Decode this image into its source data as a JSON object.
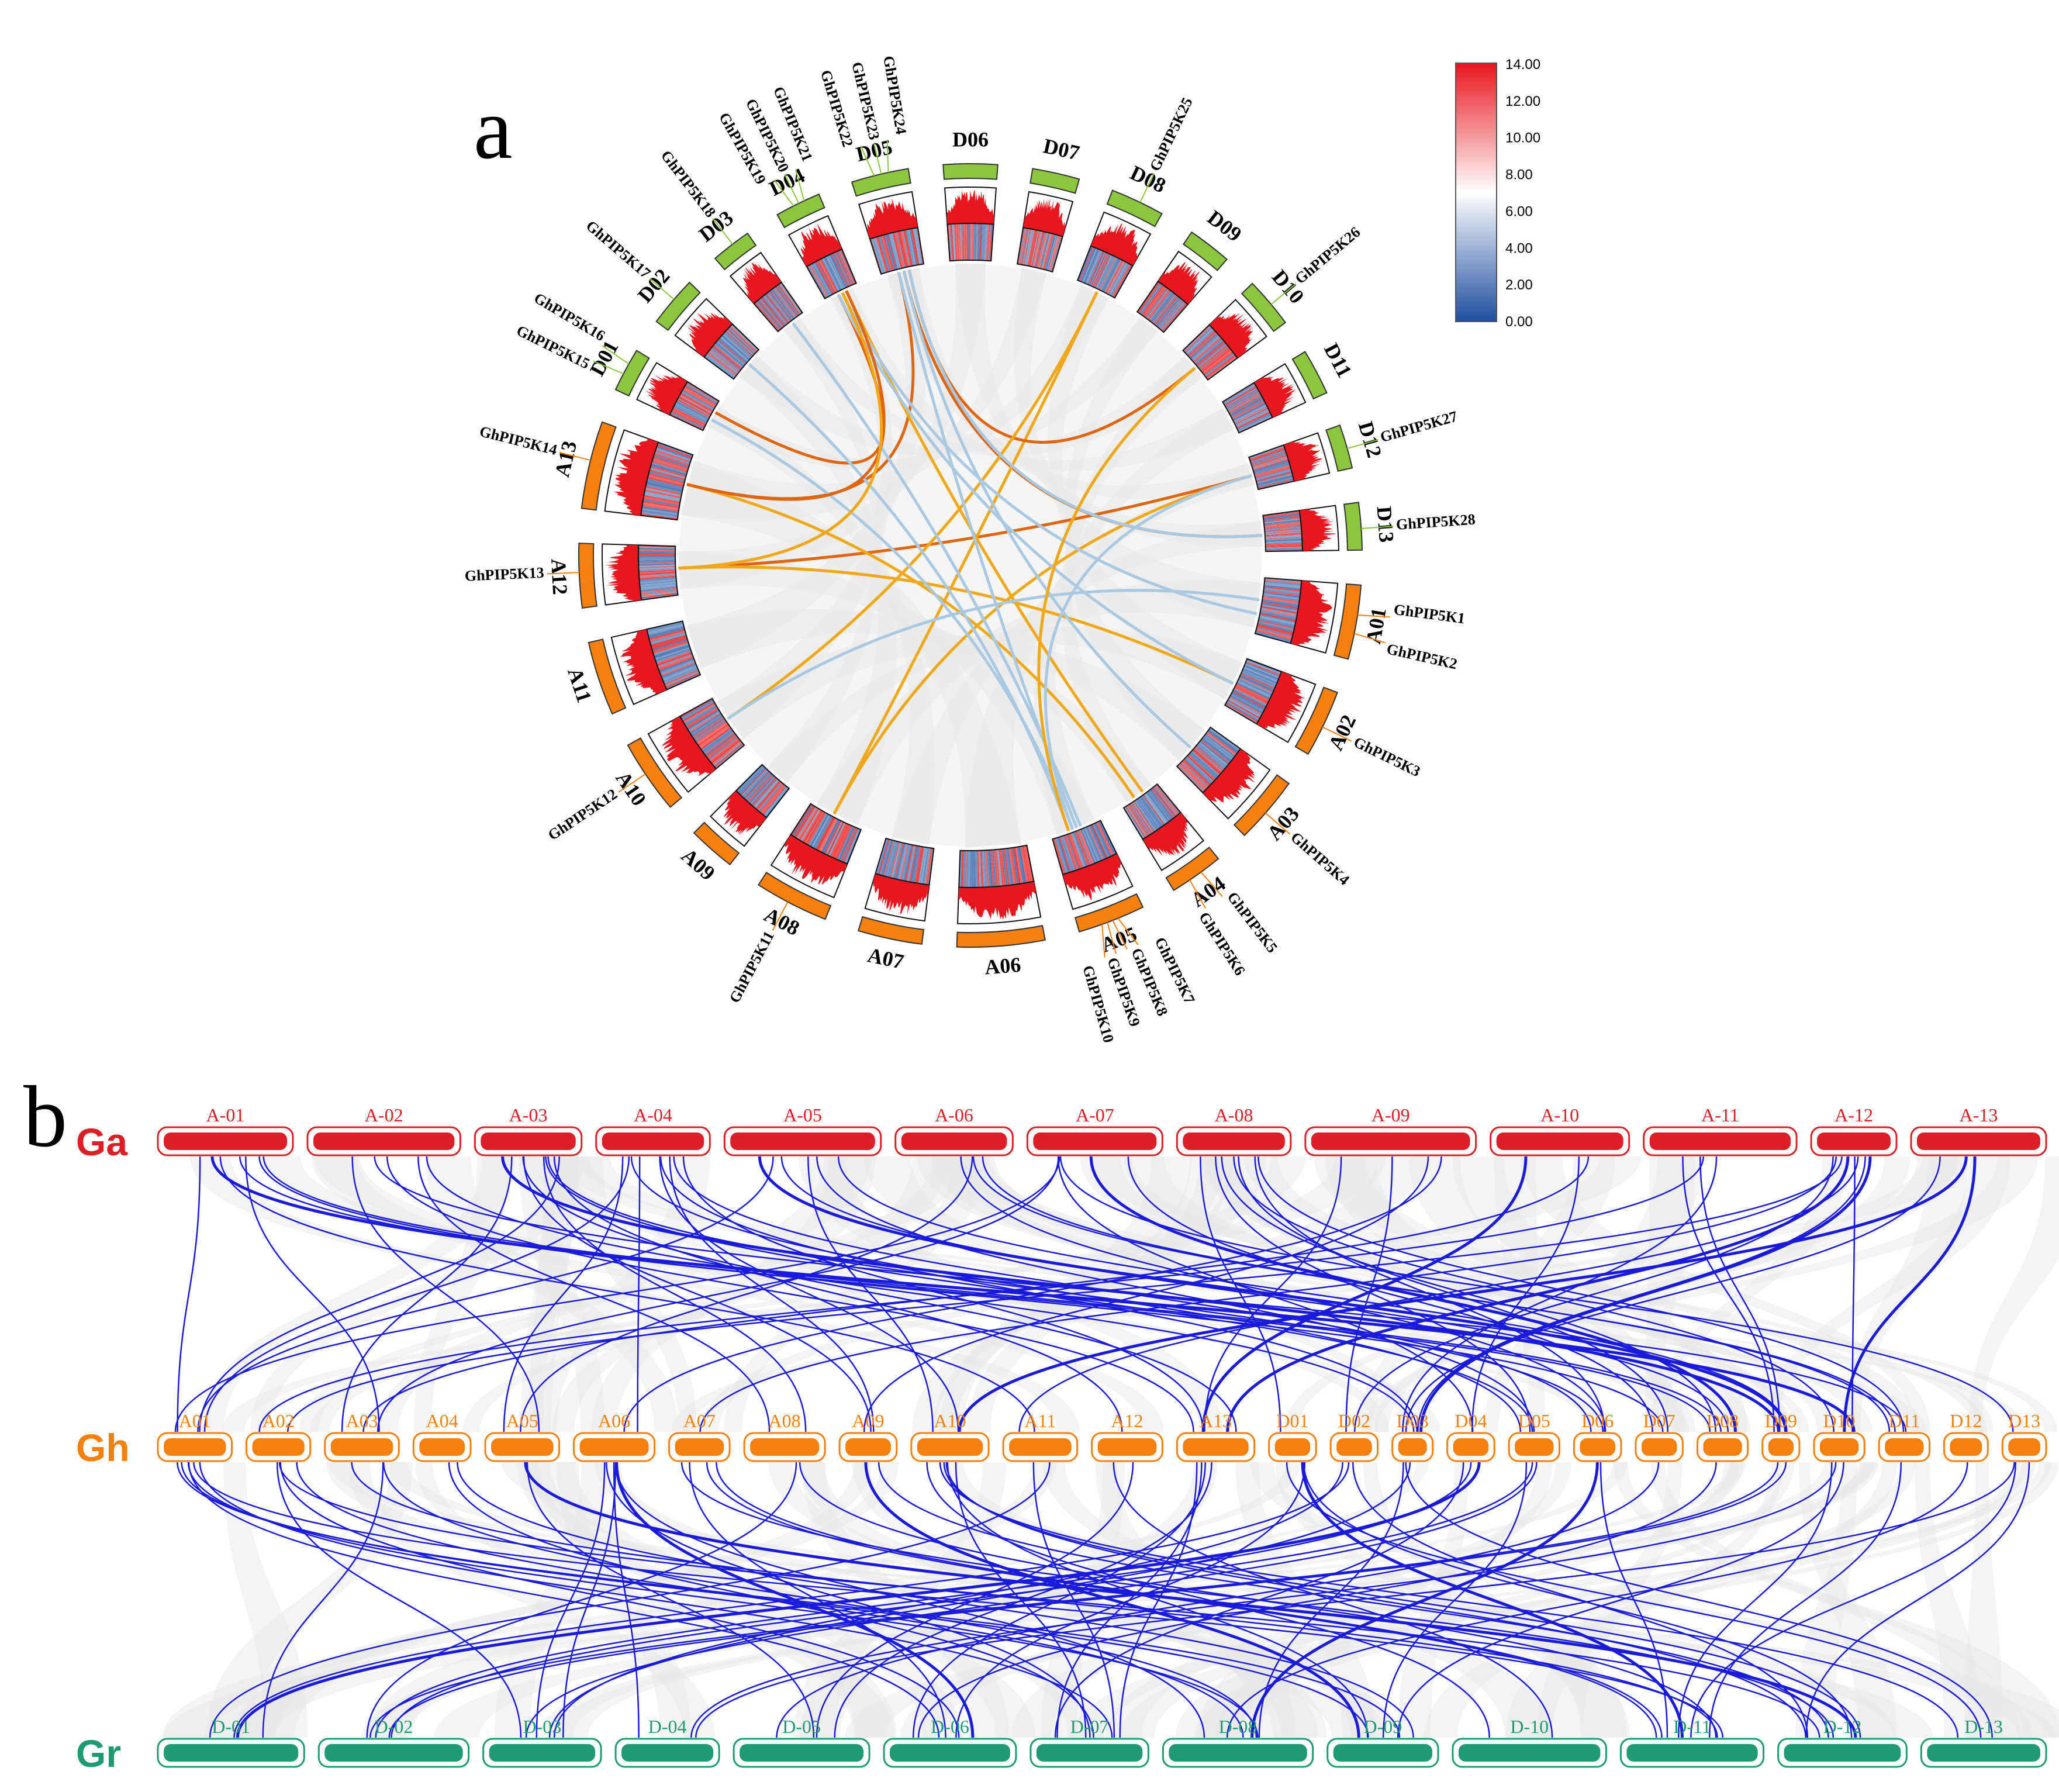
{
  "panel_a": {
    "letter": "a",
    "chromosomes": [
      {
        "id": "A01",
        "group": "A"
      },
      {
        "id": "A02",
        "group": "A"
      },
      {
        "id": "A03",
        "group": "A"
      },
      {
        "id": "A04",
        "group": "A"
      },
      {
        "id": "A05",
        "group": "A"
      },
      {
        "id": "A06",
        "group": "A"
      },
      {
        "id": "A07",
        "group": "A"
      },
      {
        "id": "A08",
        "group": "A"
      },
      {
        "id": "A09",
        "group": "A"
      },
      {
        "id": "A10",
        "group": "A"
      },
      {
        "id": "A11",
        "group": "A"
      },
      {
        "id": "A12",
        "group": "A"
      },
      {
        "id": "A13",
        "group": "A"
      },
      {
        "id": "D01",
        "group": "D"
      },
      {
        "id": "D02",
        "group": "D"
      },
      {
        "id": "D03",
        "group": "D"
      },
      {
        "id": "D04",
        "group": "D"
      },
      {
        "id": "D05",
        "group": "D"
      },
      {
        "id": "D06",
        "group": "D"
      },
      {
        "id": "D07",
        "group": "D"
      },
      {
        "id": "D08",
        "group": "D"
      },
      {
        "id": "D09",
        "group": "D"
      },
      {
        "id": "D10",
        "group": "D"
      },
      {
        "id": "D11",
        "group": "D"
      },
      {
        "id": "D12",
        "group": "D"
      },
      {
        "id": "D13",
        "group": "D"
      }
    ],
    "genes": [
      {
        "name": "GhPIP5K1",
        "chr": "A01"
      },
      {
        "name": "GhPIP5K2",
        "chr": "A01"
      },
      {
        "name": "GhPIP5K3",
        "chr": "A02"
      },
      {
        "name": "GhPIP5K4",
        "chr": "A03"
      },
      {
        "name": "GhPIP5K5",
        "chr": "A04"
      },
      {
        "name": "GhPIP5K6",
        "chr": "A04"
      },
      {
        "name": "GhPIP5K7",
        "chr": "A05"
      },
      {
        "name": "GhPIP5K8",
        "chr": "A05"
      },
      {
        "name": "GhPIP5K9",
        "chr": "A05"
      },
      {
        "name": "GhPIP5K10",
        "chr": "A05"
      },
      {
        "name": "GhPIP5K11",
        "chr": "A08"
      },
      {
        "name": "GhPIP5K12",
        "chr": "A10"
      },
      {
        "name": "GhPIP5K13",
        "chr": "A12"
      },
      {
        "name": "GhPIP5K14",
        "chr": "A13"
      },
      {
        "name": "GhPIP5K15",
        "chr": "D01"
      },
      {
        "name": "GhPIP5K16",
        "chr": "D01"
      },
      {
        "name": "GhPIP5K17",
        "chr": "D02"
      },
      {
        "name": "GhPIP5K18",
        "chr": "D03"
      },
      {
        "name": "GhPIP5K19",
        "chr": "D04"
      },
      {
        "name": "GhPIP5K20",
        "chr": "D04"
      },
      {
        "name": "GhPIP5K21",
        "chr": "D04"
      },
      {
        "name": "GhPIP5K22",
        "chr": "D05"
      },
      {
        "name": "GhPIP5K23",
        "chr": "D05"
      },
      {
        "name": "GhPIP5K24",
        "chr": "D05"
      },
      {
        "name": "GhPIP5K25",
        "chr": "D08"
      },
      {
        "name": "GhPIP5K26",
        "chr": "D10"
      },
      {
        "name": "GhPIP5K27",
        "chr": "D12"
      },
      {
        "name": "GhPIP5K28",
        "chr": "D13"
      }
    ],
    "colorbar": {
      "ticks": [
        "14.00",
        "12.00",
        "10.00",
        "8.00",
        "6.00",
        "4.00",
        "2.00",
        "0.00"
      ]
    },
    "colors": {
      "A_chr": "#f5800d",
      "D_chr": "#8cc63f",
      "density_high": "#e8161f",
      "density_low": "#3a73b8",
      "link_AD": "#e0650f",
      "link_AA": "#f0a818",
      "link_DD": "#a9c8e2",
      "background_links": "#e6e6e6"
    }
  },
  "panel_b": {
    "letter": "b",
    "rows": [
      {
        "species": "Ga",
        "color": "#dc1f26",
        "chromosomes": [
          "A-01",
          "A-02",
          "A-03",
          "A-04",
          "A-05",
          "A-06",
          "A-07",
          "A-08",
          "A-09",
          "A-10",
          "A-11",
          "A-12",
          "A-13"
        ]
      },
      {
        "species": "Gh",
        "color": "#f5800d",
        "chromosomes": [
          "A01",
          "A02",
          "A03",
          "A04",
          "A05",
          "A06",
          "A07",
          "A08",
          "A09",
          "A10",
          "A11",
          "A12",
          "A13",
          "D01",
          "D02",
          "D03",
          "D04",
          "D05",
          "D06",
          "D07",
          "D08",
          "D09",
          "D10",
          "D11",
          "D12",
          "D13"
        ]
      },
      {
        "species": "Gr",
        "color": "#1e9b72",
        "chromosomes": [
          "D-01",
          "D-02",
          "D-03",
          "D-04",
          "D-05",
          "D-06",
          "D-07",
          "D-08",
          "D-09",
          "D-10",
          "D-11",
          "D-12",
          "D-13"
        ]
      }
    ],
    "colors": {
      "synteny_links": "#1a1adc",
      "background": "#e6e6e6"
    }
  }
}
